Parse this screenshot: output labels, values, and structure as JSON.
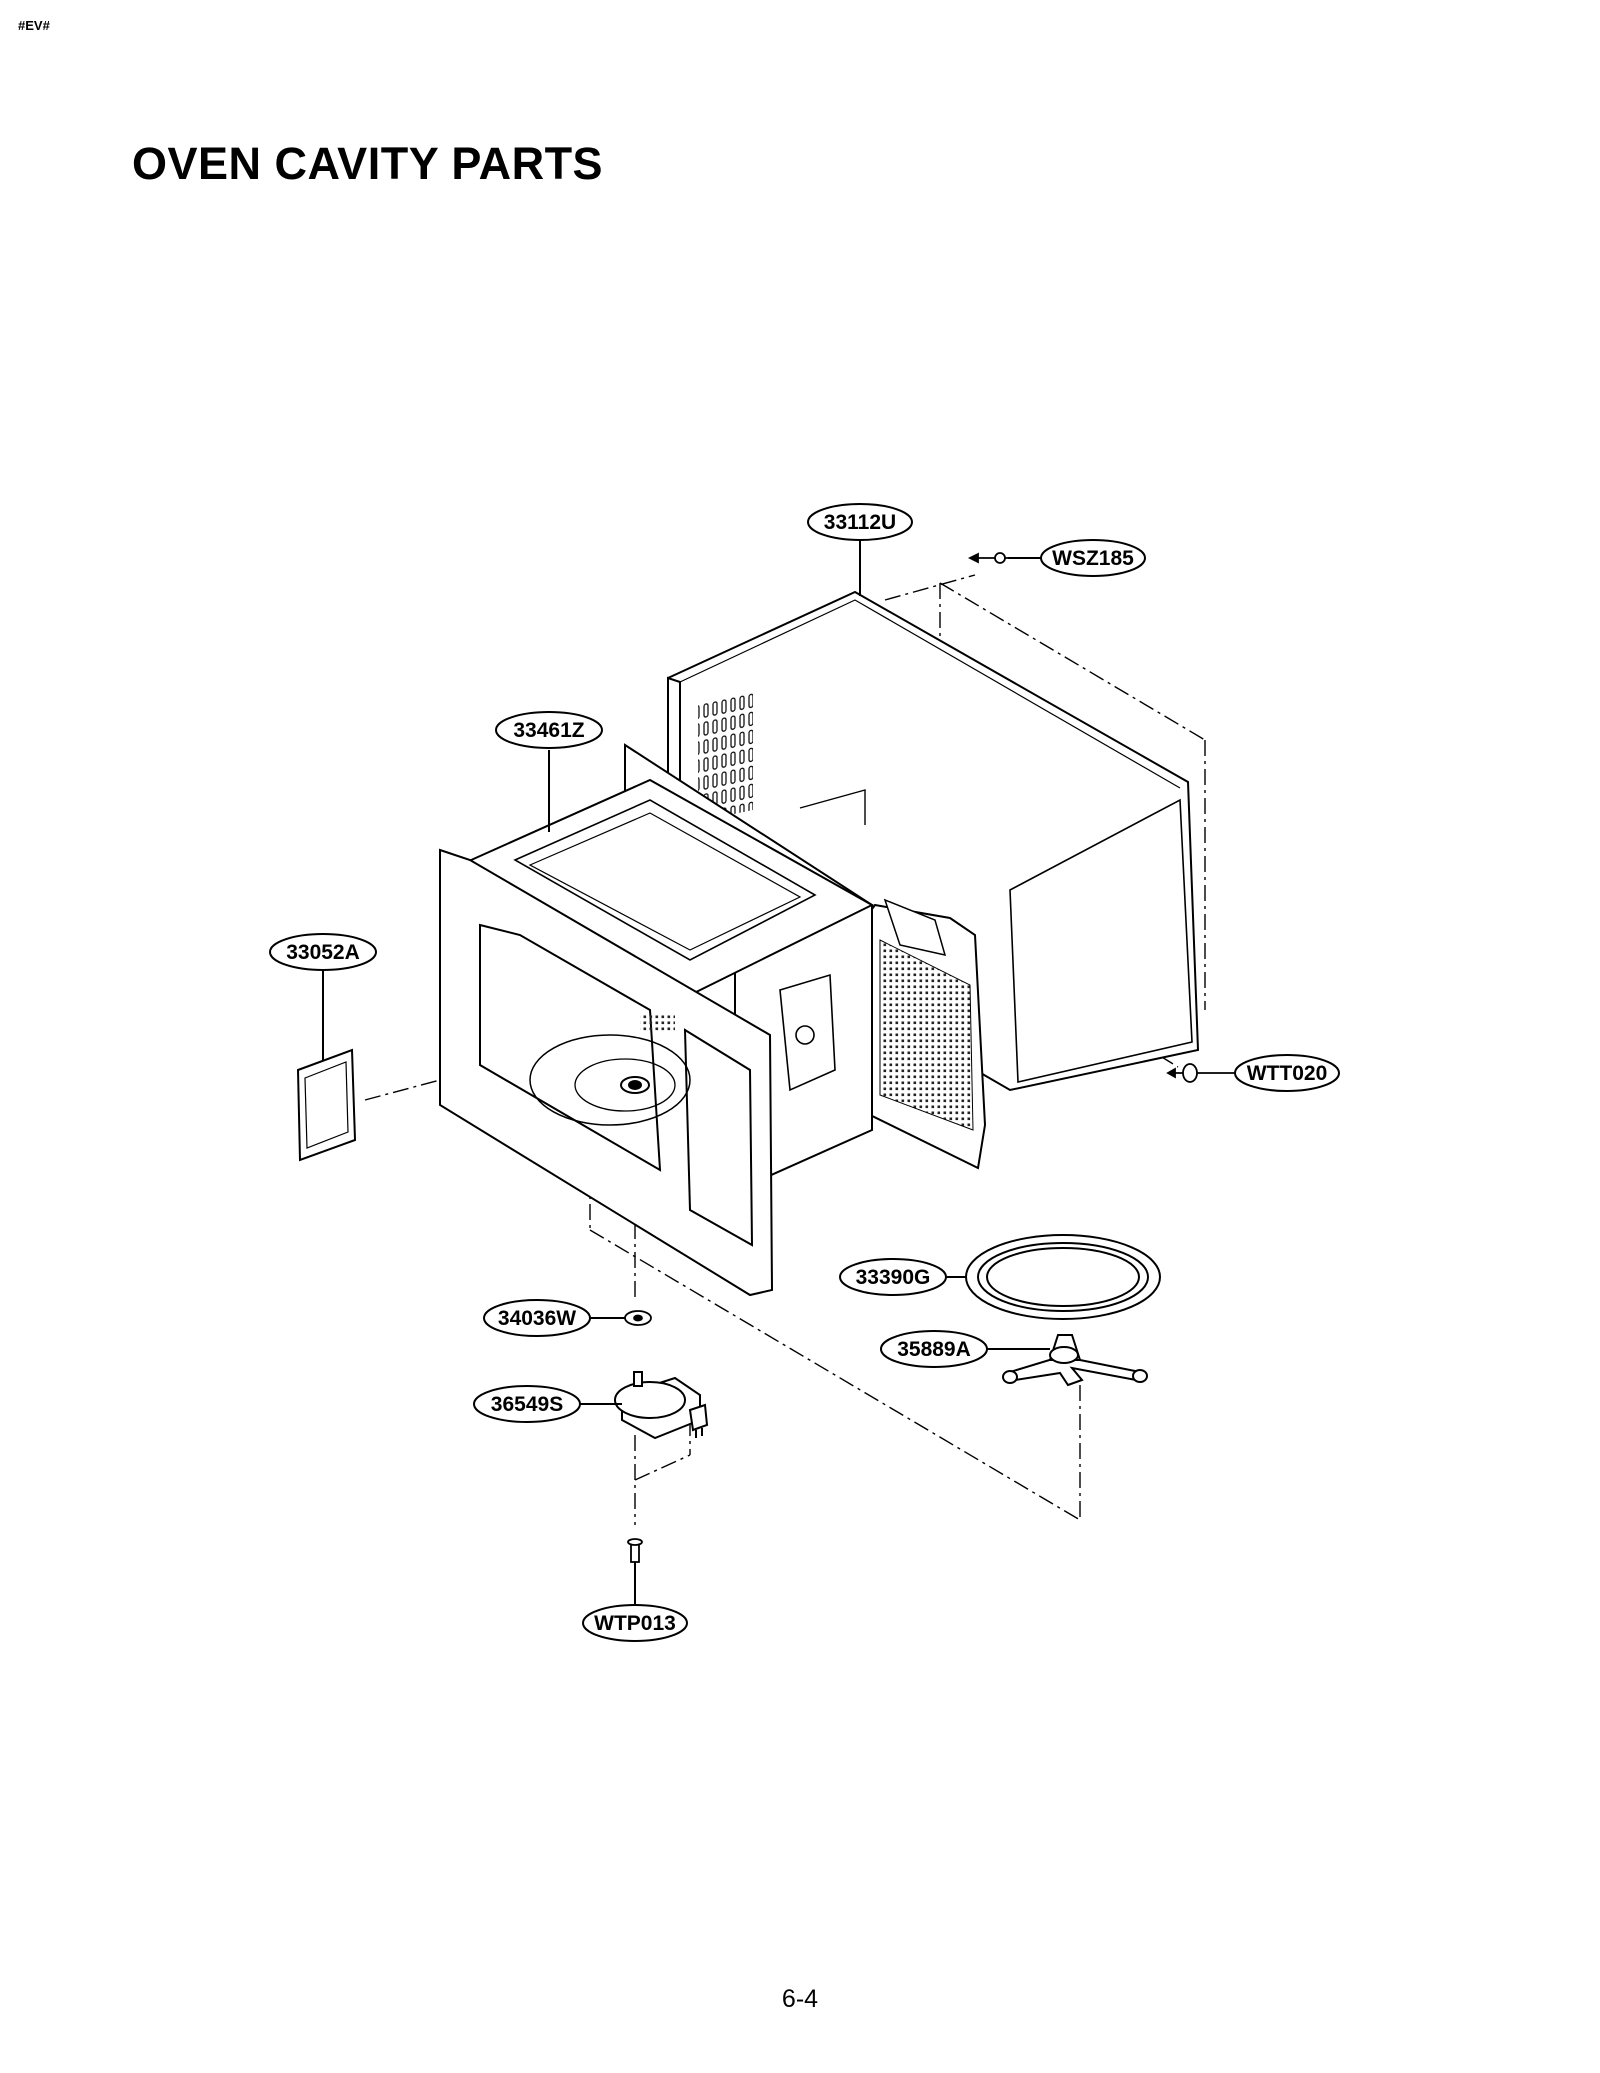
{
  "header": {
    "doc_code": "#EV#"
  },
  "page": {
    "title": "OVEN CAVITY PARTS",
    "number": "6-4"
  },
  "parts": [
    {
      "id": "33112U",
      "label": "33112U",
      "part": "outer-case"
    },
    {
      "id": "WSZ185",
      "label": "WSZ185",
      "part": "screw"
    },
    {
      "id": "33461Z",
      "label": "33461Z",
      "part": "cavity-assembly"
    },
    {
      "id": "33052A",
      "label": "33052A",
      "part": "cover-plate"
    },
    {
      "id": "WTT020",
      "label": "WTT020",
      "part": "screw"
    },
    {
      "id": "33390G",
      "label": "33390G",
      "part": "turntable-tray"
    },
    {
      "id": "35889A",
      "label": "35889A",
      "part": "roller-support"
    },
    {
      "id": "34036W",
      "label": "34036W",
      "part": "coupling"
    },
    {
      "id": "36549S",
      "label": "36549S",
      "part": "turntable-motor"
    },
    {
      "id": "WTP013",
      "label": "WTP013",
      "part": "screw"
    }
  ]
}
